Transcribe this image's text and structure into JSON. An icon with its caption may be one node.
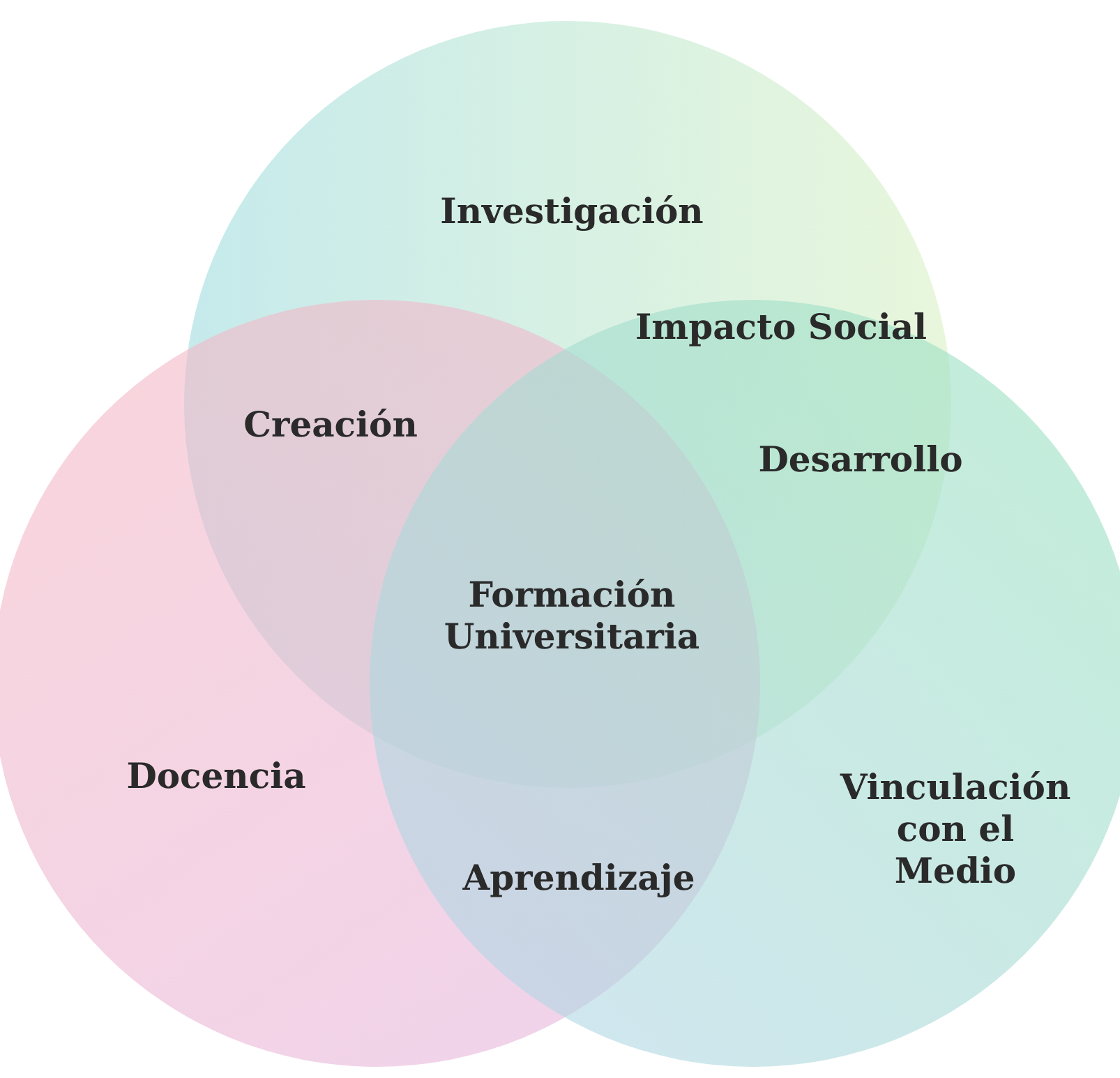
{
  "diagram": {
    "nodes": [
      {
        "text": [
          "Investigación"
        ]
      },
      {
        "text": [
          "Docencia"
        ]
      },
      {
        "text": [
          "Vinculación con el Medio"
        ]
      }
    ],
    "labels": [
      "Impacto Social",
      "Creación",
      "Desarrollo",
      "Formación Universitaria",
      "Aprendizaje"
    ]
  }
}
